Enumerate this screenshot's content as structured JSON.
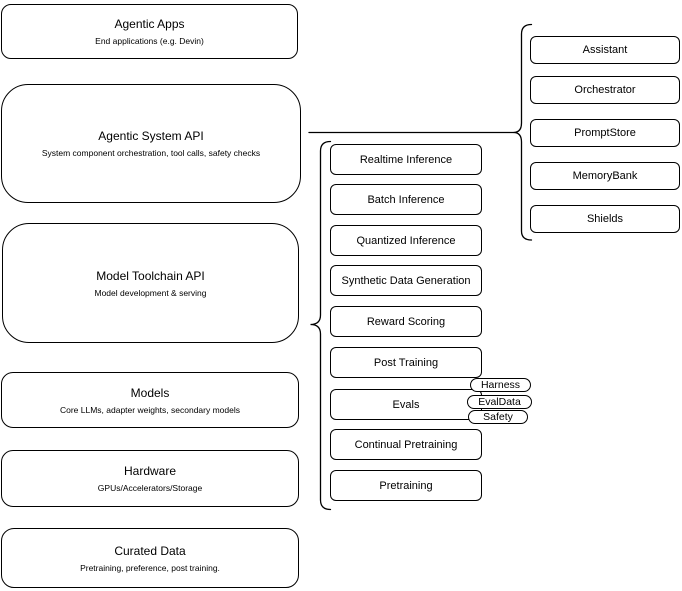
{
  "diagram": {
    "left_stack": [
      {
        "title": "Agentic Apps",
        "subtitle": "End applications (e.g. Devin)"
      },
      {
        "title": "Agentic System API",
        "subtitle": "System component orchestration, tool calls, safety checks"
      },
      {
        "title": "Model Toolchain API",
        "subtitle": "Model development & serving"
      },
      {
        "title": "Models",
        "subtitle": "Core LLMs, adapter weights, secondary models"
      },
      {
        "title": "Hardware",
        "subtitle": "GPUs/Accelerators/Storage"
      },
      {
        "title": "Curated Data",
        "subtitle": "Pretraining, preference, post training."
      }
    ],
    "toolchain_items": [
      "Realtime Inference",
      "Batch Inference",
      "Quantized Inference",
      "Synthetic Data Generation",
      "Reward Scoring",
      "Post Training",
      "Evals",
      "Continual Pretraining",
      "Pretraining"
    ],
    "evals_tags": [
      "Harness",
      "EvalData",
      "Safety"
    ],
    "system_components": [
      "Assistant",
      "Orchestrator",
      "PromptStore",
      "MemoryBank",
      "Shields"
    ],
    "colors": {
      "stroke": "#000000",
      "fill": "#ffffff",
      "text": "#000000"
    }
  }
}
